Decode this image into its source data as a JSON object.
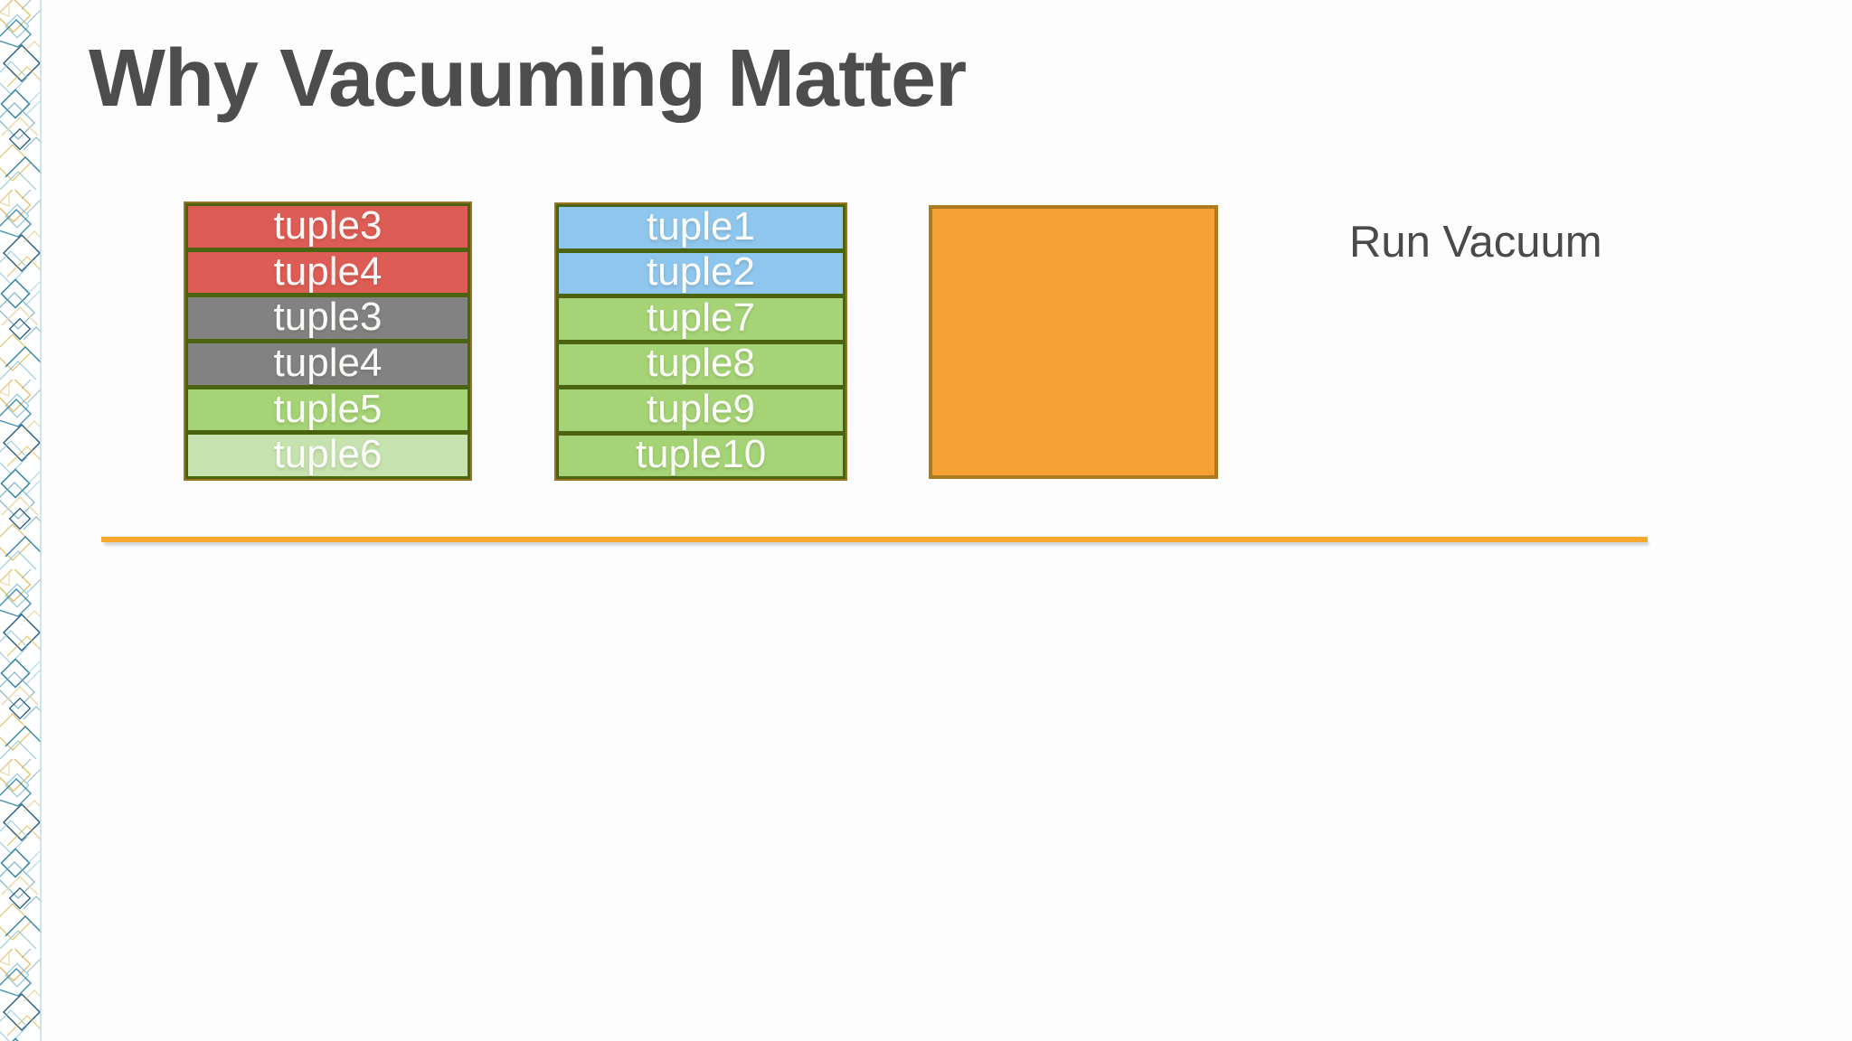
{
  "slide": {
    "title": "Why Vacuuming Matter",
    "annotation": "Run Vacuum"
  },
  "colors": {
    "title_text": "#4d4d4d",
    "annotation_text": "#4a4a4a",
    "row_border": "#4a640f",
    "page_border": "#9a7420",
    "divider_line": "#f7a72e",
    "empty_page_fill": "#f4a233",
    "empty_page_border": "#ad7b1f",
    "dead_tuple_red": "#dd5c55",
    "dead_tuple_gray": "#828282",
    "live_tuple_green": "#a5d376",
    "faded_tuple_green": "#c6e2ae",
    "live_tuple_blue": "#8fc6ee",
    "strip_teal": "#2f84a3",
    "strip_light_blue": "#85c3d8",
    "strip_gold": "#dcb54e"
  },
  "pages": [
    {
      "name": "page-1",
      "tuples": [
        {
          "label": "tuple3",
          "fill": "#dd5c55"
        },
        {
          "label": "tuple4",
          "fill": "#dd5c55"
        },
        {
          "label": "tuple3",
          "fill": "#828282"
        },
        {
          "label": "tuple4",
          "fill": "#828282"
        },
        {
          "label": "tuple5",
          "fill": "#a5d376"
        },
        {
          "label": "tuple6",
          "fill": "#c6e2ae"
        }
      ]
    },
    {
      "name": "page-2",
      "tuples": [
        {
          "label": "tuple1",
          "fill": "#8fc6ee"
        },
        {
          "label": "tuple2",
          "fill": "#8fc6ee"
        },
        {
          "label": "tuple7",
          "fill": "#a5d376"
        },
        {
          "label": "tuple8",
          "fill": "#a5d376"
        },
        {
          "label": "tuple9",
          "fill": "#a5d376"
        },
        {
          "label": "tuple10",
          "fill": "#a5d376"
        }
      ]
    },
    {
      "name": "page-3",
      "tuples": []
    }
  ]
}
